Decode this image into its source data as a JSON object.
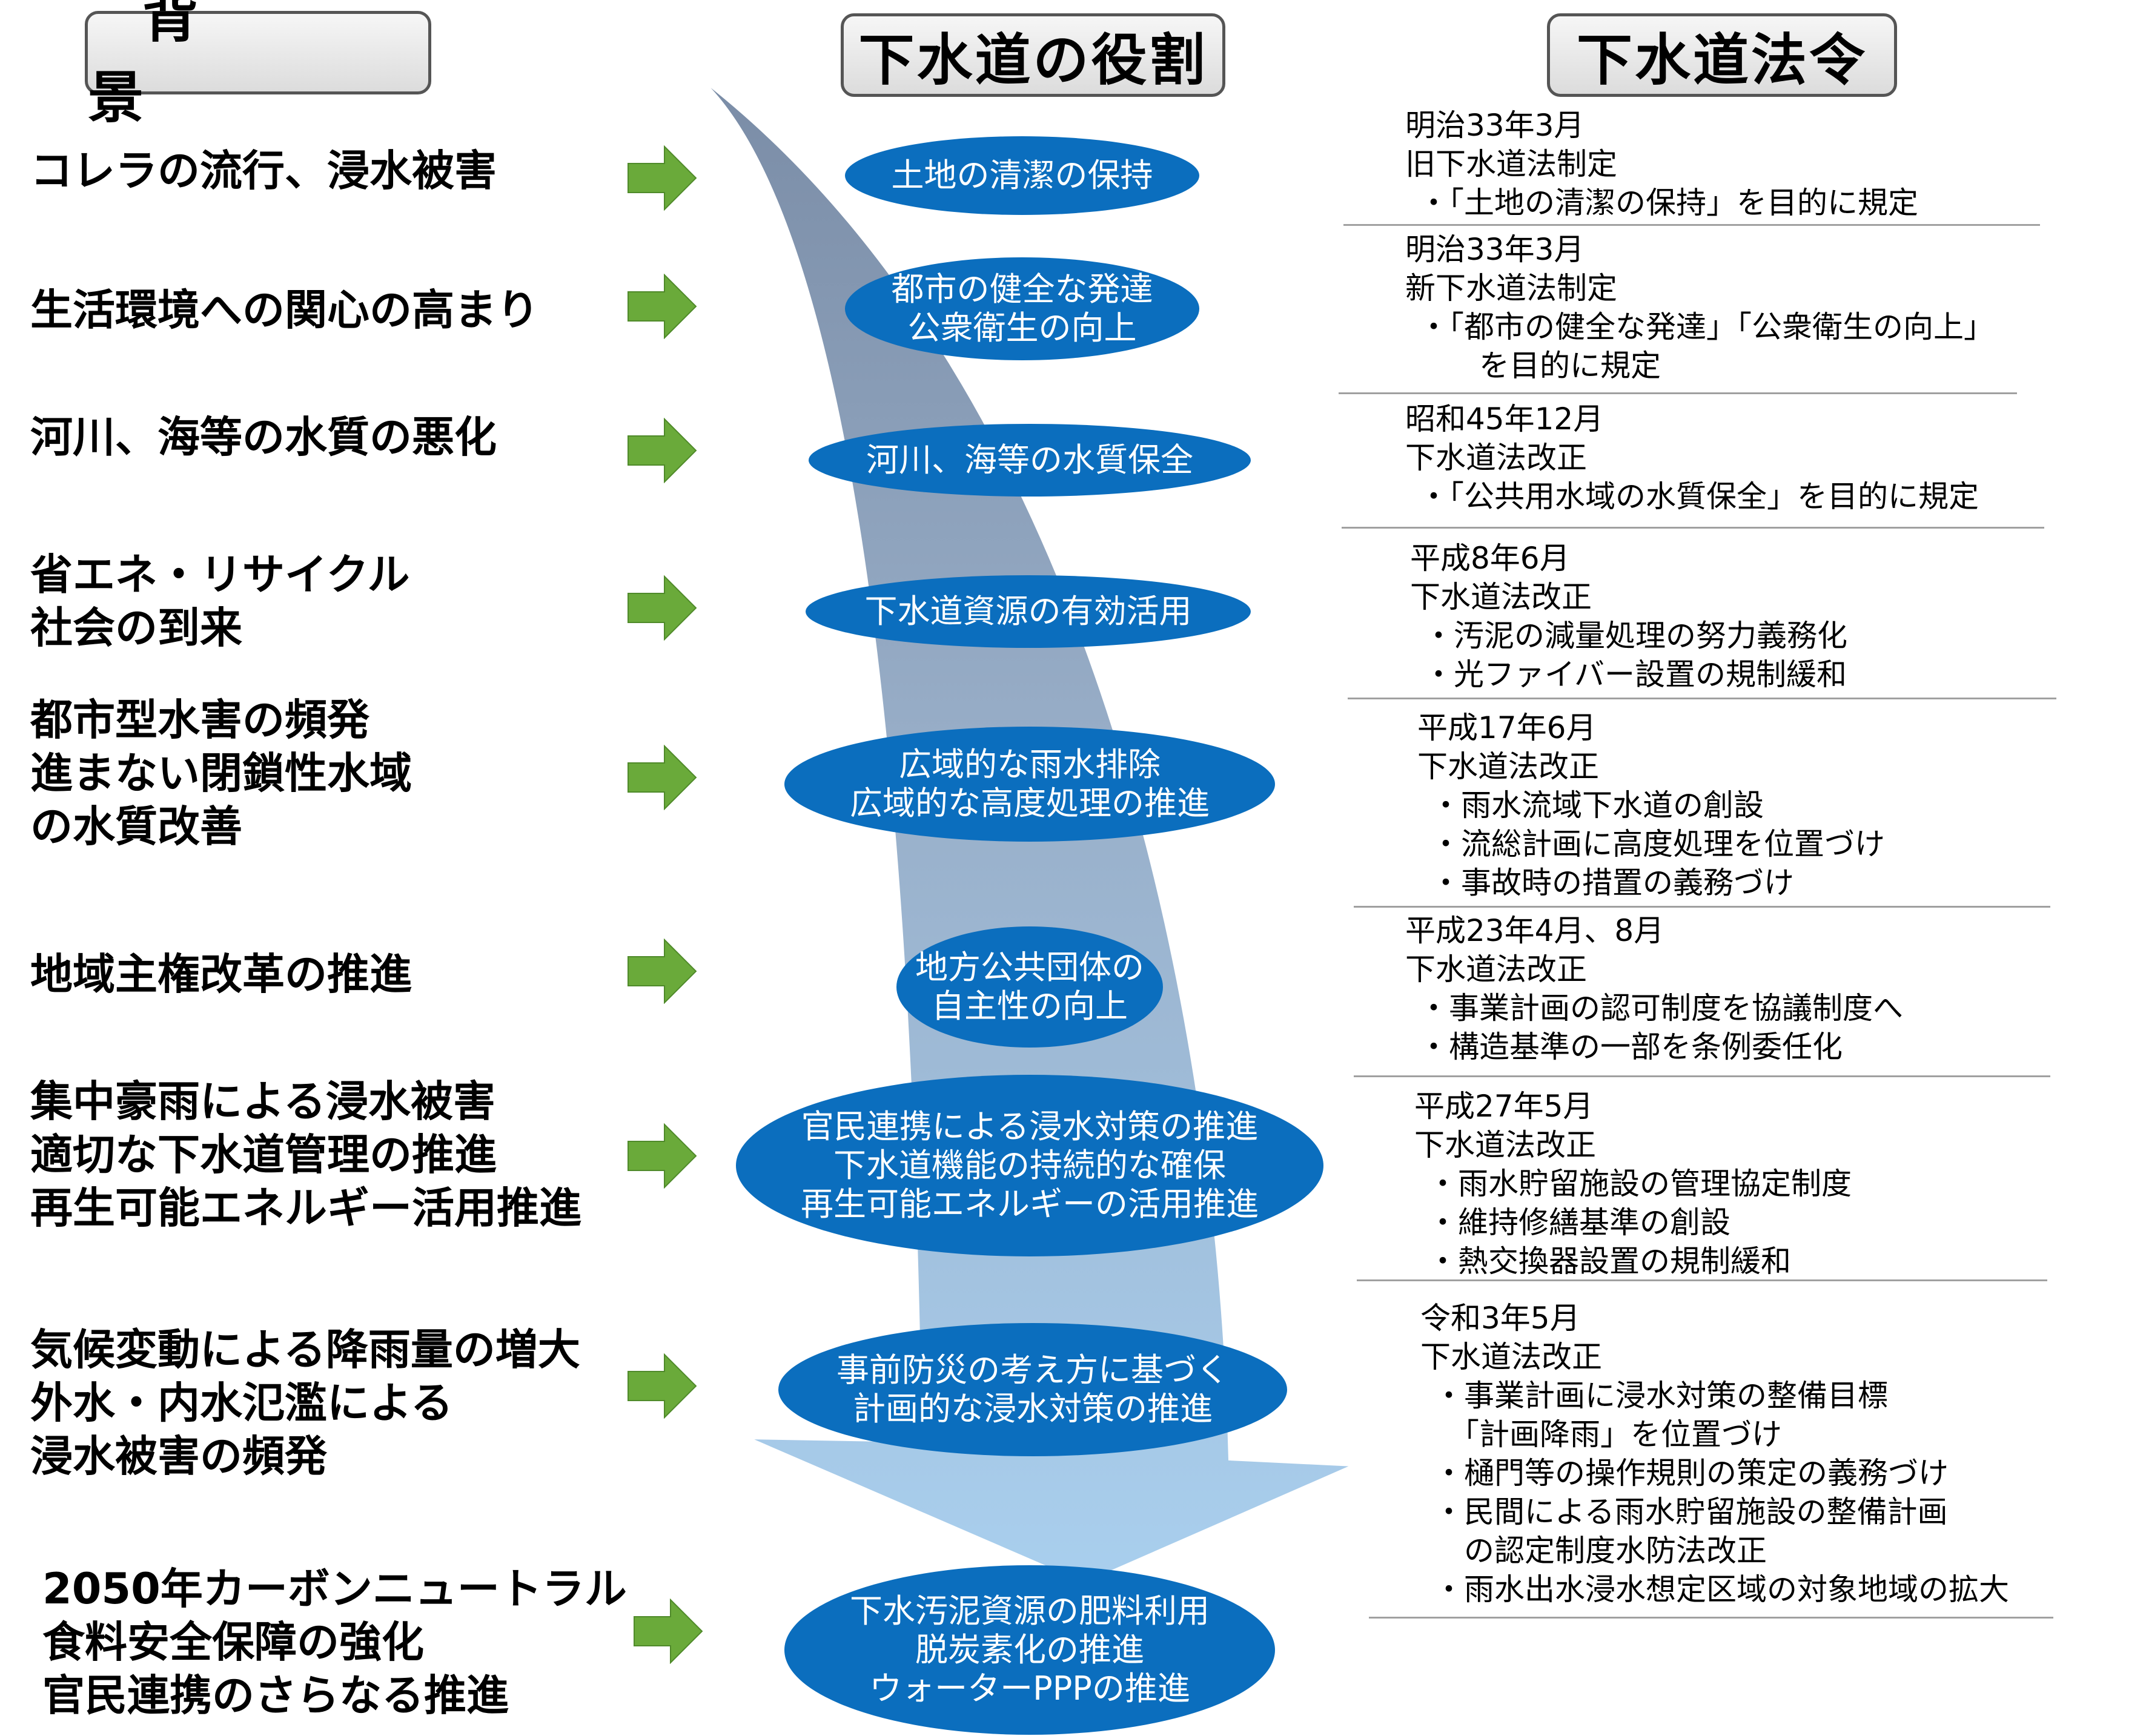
{
  "headers": {
    "background": "背　景",
    "role": "下水道の役割",
    "law": "下水道法令"
  },
  "background_items": [
    [
      "コレラの流行、浸水被害"
    ],
    [
      "生活環境への関心の高まり"
    ],
    [
      "河川、海等の水質の悪化"
    ],
    [
      "省エネ・リサイクル",
      "社会の到来"
    ],
    [
      "都市型水害の頻発",
      "進まない閉鎖性水域",
      "の水質改善"
    ],
    [
      "地域主権改革の推進"
    ],
    [
      "集中豪雨による浸水被害",
      "適切な下水道管理の推進",
      "再生可能エネルギー活用推進"
    ],
    [
      "気候変動による降雨量の増大",
      "外水・内水氾濫による",
      "浸水被害の頻発"
    ],
    [
      "2050年カーボンニュートラル",
      "食料安全保障の強化",
      "官民連携のさらなる推進"
    ]
  ],
  "roles": [
    [
      "土地の清潔の保持"
    ],
    [
      "都市の健全な発達",
      "公衆衛生の向上"
    ],
    [
      "河川、海等の水質保全"
    ],
    [
      "下水道資源の有効活用"
    ],
    [
      "広域的な雨水排除",
      "広域的な高度処理の推進"
    ],
    [
      "地方公共団体の",
      "自主性の向上"
    ],
    [
      "官民連携による浸水対策の推進",
      "下水道機能の持続的な確保",
      "再生可能エネルギーの活用推進"
    ],
    [
      "事前防災の考え方に基づく",
      "計画的な浸水対策の推進"
    ],
    [
      "下水汚泥資源の肥料利用",
      "脱炭素化の推進",
      "ウォーターPPPの推進"
    ]
  ],
  "laws": [
    {
      "date": "明治33年3月",
      "act": "旧下水道法制定",
      "items": [
        "・「土地の清潔の保持」を目的に規定"
      ]
    },
    {
      "date": "明治33年3月",
      "act": "新下水道法制定",
      "items": [
        "・「都市の健全な発達」「公衆衛生の向上」",
        "　　を目的に規定"
      ]
    },
    {
      "date": "昭和45年12月",
      "act": "下水道法改正",
      "items": [
        "・「公共用水域の水質保全」を目的に規定"
      ]
    },
    {
      "date": "平成8年6月",
      "act": "下水道法改正",
      "items": [
        "・汚泥の減量処理の努力義務化",
        "・光ファイバー設置の規制緩和"
      ]
    },
    {
      "date": "平成17年6月",
      "act": "下水道法改正",
      "items": [
        "・雨水流域下水道の創設",
        "・流総計画に高度処理を位置づけ",
        "・事故時の措置の義務づけ"
      ]
    },
    {
      "date": "平成23年4月、8月",
      "act": "下水道法改正",
      "items": [
        "・事業計画の認可制度を協議制度へ",
        "・構造基準の一部を条例委任化"
      ]
    },
    {
      "date": "平成27年5月",
      "act": "下水道法改正",
      "items": [
        "・雨水貯留施設の管理協定制度",
        "・維持修繕基準の創設",
        "・熱交換器設置の規制緩和"
      ]
    },
    {
      "date": "令和3年5月",
      "act": "下水道法改正",
      "items": [
        "・事業計画に浸水対策の整備目標",
        "　「計画降雨」を位置づけ",
        "・樋門等の操作規則の策定の義務づけ",
        "・民間による雨水貯留施設の整備計画",
        "　の認定制度水防法改正",
        "・雨水出水浸水想定区域の対象地域の拡大"
      ]
    }
  ],
  "colors": {
    "arrow_green": "#6aaa3a",
    "role_blue": "#0b6ebe",
    "flow_top": "#8a9bb0",
    "flow_bottom": "#a9cfee"
  }
}
